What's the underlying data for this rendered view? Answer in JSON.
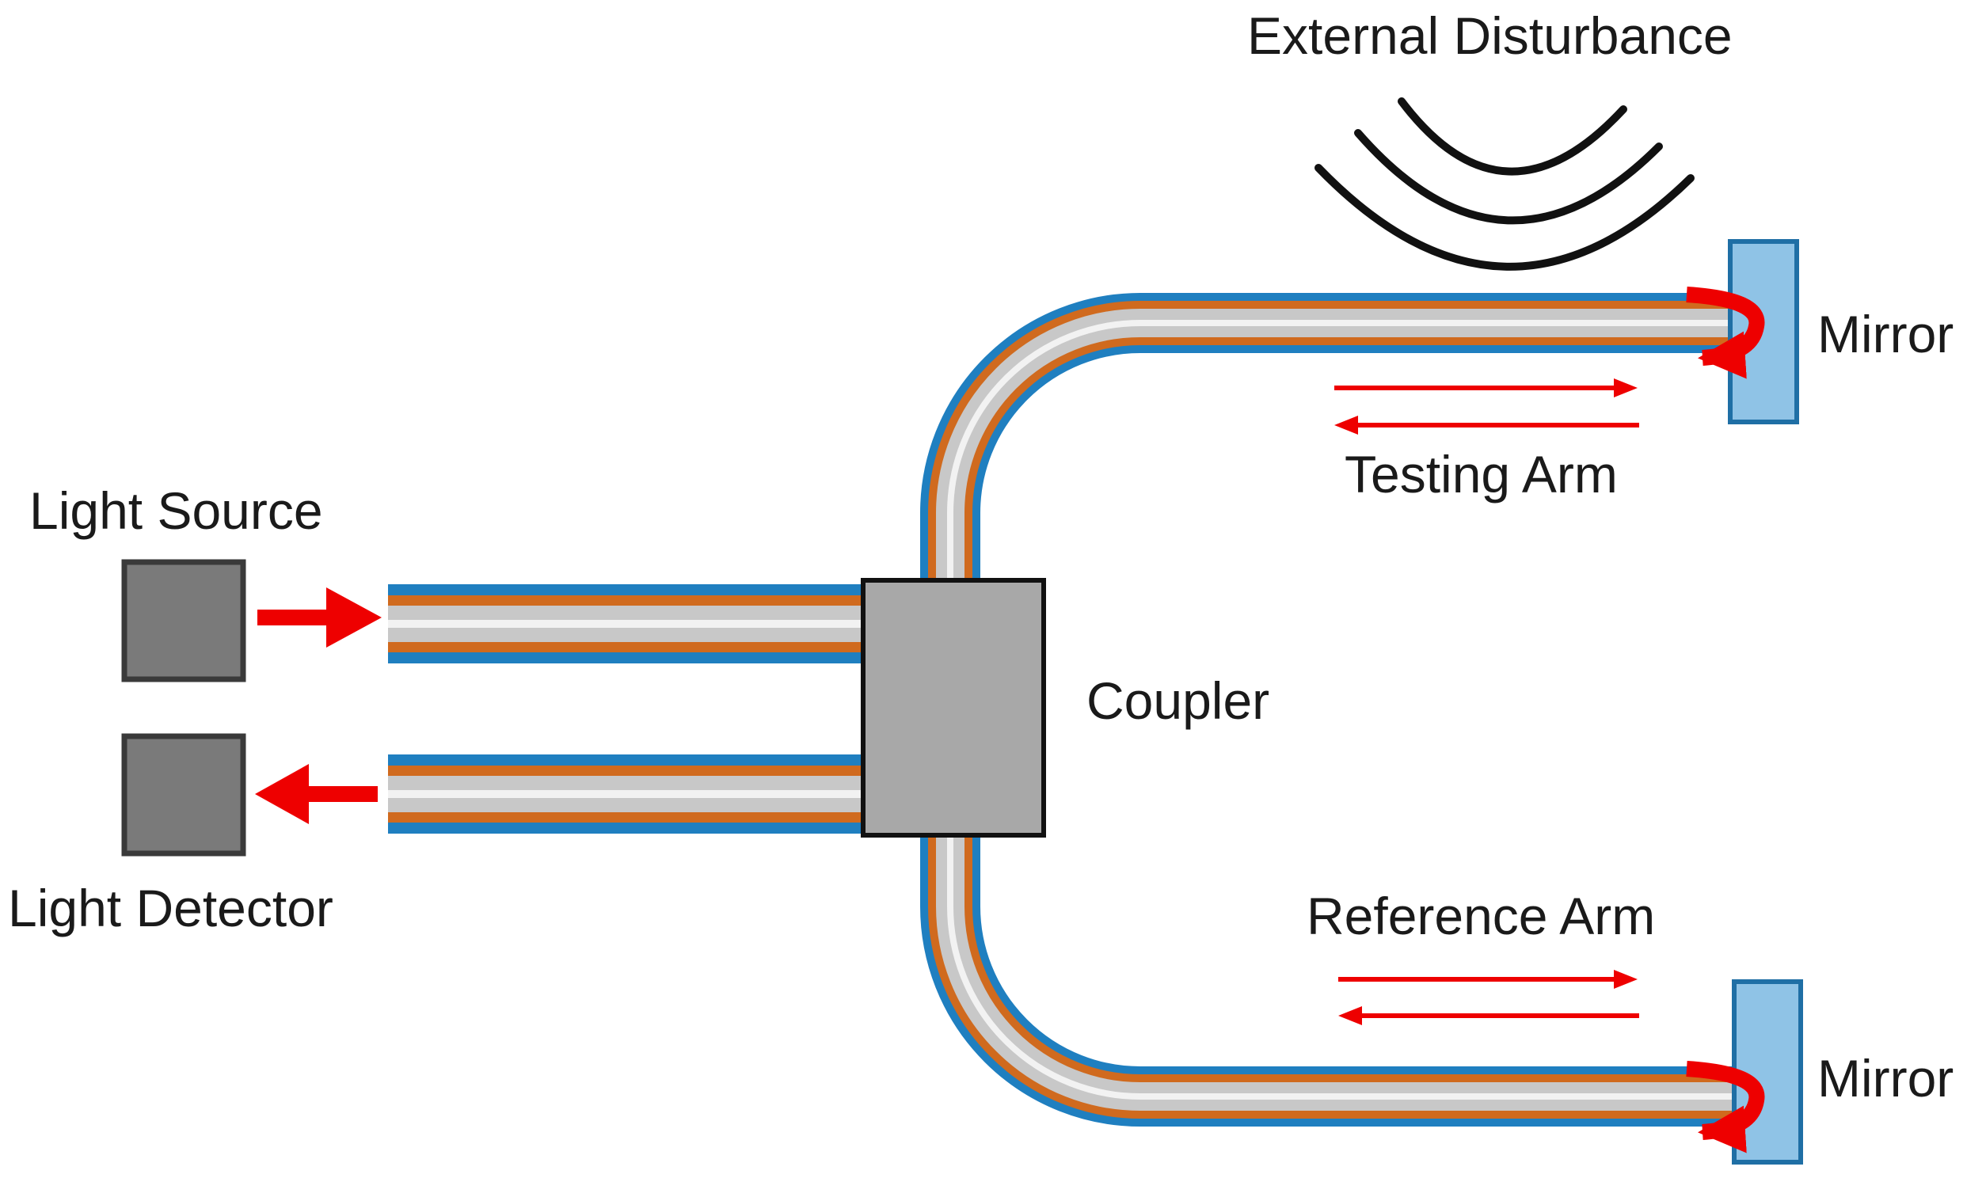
{
  "labels": {
    "external_disturbance": "External Disturbance",
    "mirror_top": "Mirror",
    "testing_arm": "Testing Arm",
    "light_source": "Light Source",
    "coupler": "Coupler",
    "light_detector": "Light Detector",
    "reference_arm": "Reference Arm",
    "mirror_bottom": "Mirror"
  },
  "colors": {
    "fiber_jacket": "#1f7fc0",
    "fiber_cladding": "#d06a1e",
    "fiber_core": "#c8c8c8",
    "fiber_center": "#f2f2f2",
    "light_arrow": "#ee0000",
    "coupler_fill": "#a8a8a8",
    "box_fill": "#7a7a7a",
    "box_stroke": "#3a3a3a",
    "mirror_fill": "#8fc3e6",
    "mirror_stroke": "#1f6fa5",
    "wave_stroke": "#111111"
  }
}
